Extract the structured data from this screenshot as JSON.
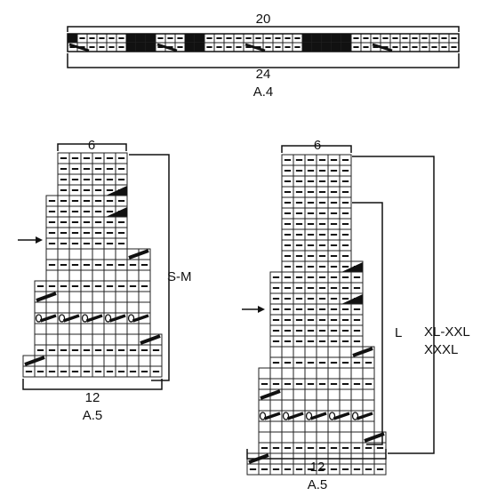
{
  "diagrams": {
    "a4": {
      "top_width": "20",
      "bottom_width": "24",
      "name": "A.4"
    },
    "a5_small": {
      "top_width": "6",
      "bottom_width": "12",
      "name": "A.5",
      "size_label": "S-M"
    },
    "a5_large": {
      "top_width": "6",
      "bottom_width": "12",
      "name": "A.5",
      "size_label_l": "L",
      "size_label_xl_1": "XL-XXL",
      "size_label_xl_2": "XXXL"
    }
  },
  "symbols": {
    "purl": "−",
    "knit": "",
    "decrease": "slanted line",
    "yarn_over": "oval",
    "bind_off": "black triangle",
    "no_stitch": "black square"
  },
  "colors": {
    "ink": "#111111",
    "grid": "#222222",
    "background": "#ffffff"
  }
}
